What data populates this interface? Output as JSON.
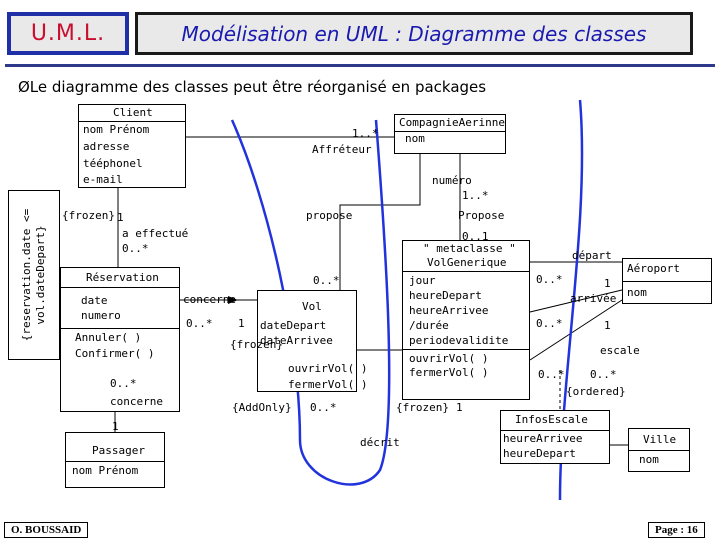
{
  "header": {
    "logo_text": "U.M.L.",
    "title": "Modélisation en UML : Diagramme des classes"
  },
  "subtitle": "ØLe diagramme des classes peut être réorganisé en packages",
  "note": {
    "line1": "{reservation.date <=",
    "line2": "vol.dateDepart}"
  },
  "classes": {
    "client": {
      "name": "Client",
      "attributes": [
        "nom Prénom",
        "adresse",
        "tééphonel",
        "e-mail"
      ]
    },
    "compagnie": {
      "name": "CompagnieAerinne",
      "attributes": [
        "nom"
      ]
    },
    "reservation": {
      "name": "Réservation",
      "attributes": [
        "date",
        "numero"
      ],
      "operations": [
        "Annuler( )",
        "Confirmer( )"
      ]
    },
    "vol": {
      "name": "Vol",
      "attributes": [
        "dateDepart",
        "dateArrivee"
      ],
      "operations": [
        "ouvrirVol( )",
        "fermerVol( )"
      ]
    },
    "volgenerique": {
      "stereotype": "\" metaclasse \"",
      "name": "VolGenerique",
      "attributes": [
        "jour",
        "heureDepart",
        "heureArrivee",
        "/durée",
        "periodevalidite"
      ],
      "operations": [
        "ouvrirVol( )",
        "fermerVol( )"
      ]
    },
    "aeroport": {
      "name": "Aéroport",
      "attributes": [
        "nom"
      ]
    },
    "infosescale": {
      "name": "InfosEscale",
      "attributes": [
        "heureArrivee",
        "heureDepart"
      ]
    },
    "ville": {
      "name": "Ville",
      "attributes": [
        "nom"
      ]
    },
    "passager": {
      "name": "Passager",
      "attributes": [
        "nom Prénom"
      ]
    }
  },
  "labels": {
    "affreteur_mult": "1..*",
    "affreteur": "Affréteur",
    "frozen1": "{frozen}",
    "client_mult": "1",
    "a_effectue": "a effectué",
    "a_effectue_mult": "0..*",
    "propose": "propose",
    "numero": "numéro",
    "numero_mult": "1..*",
    "propose_role": "Propose",
    "vg_mult": "0..1",
    "res_vol_mult": "0..*",
    "concerne_vol": "concerne",
    "concerne_res_mult": "0..*",
    "concerne_vol_mult": "1",
    "frozen2": "{frozen}",
    "concerne": "concerne",
    "concerne_mult": "0..*",
    "passager_mult": "1",
    "addonly": "{AddOnly}",
    "addonly_mult": "0..*",
    "decrit": "décrit",
    "frozen3": "{frozen}",
    "frozen3_mult": "1",
    "depart": "départ",
    "depart_mult_left": "0..*",
    "depart_mult_right": "1",
    "arrivee": "arrivée",
    "arrivee_mult_left": "0..*",
    "arrivee_mult_right": "1",
    "escale": "escale",
    "escale_mult_left": "0..*",
    "escale_mult_right": "0..*",
    "ordered": "{ordered}"
  },
  "footer": {
    "author": "O. BOUSSAID",
    "page": "Page : 16"
  },
  "colors": {
    "logo_text": "#c8102e",
    "title_text": "#1a1ab0",
    "logo_border": "#1f2fa8",
    "header_bg": "#e9e9e9",
    "rule": "#2d3a8c",
    "package_line": "#2233dd"
  }
}
